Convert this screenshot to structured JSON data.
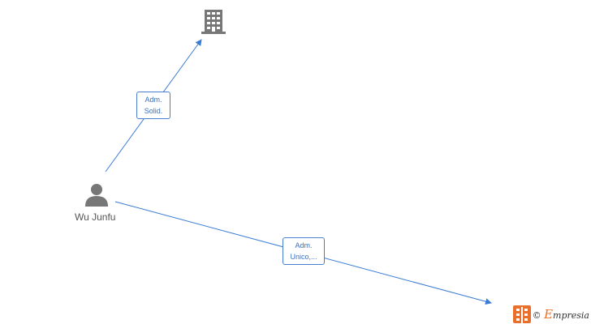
{
  "nodes": {
    "person": {
      "label": "Wu Junfu",
      "icon": "person-icon"
    },
    "company_top": {
      "label": "",
      "icon": "building-icon"
    },
    "company_bottom": {
      "label": "",
      "icon": ""
    }
  },
  "edges": [
    {
      "from": "person",
      "to": "company_top",
      "label_lines": [
        "Adm.",
        "Solid."
      ]
    },
    {
      "from": "person",
      "to": "company_bottom",
      "label_lines": [
        "Adm.",
        "Unico,..."
      ]
    }
  ],
  "colors": {
    "edge": "#3a7bd5",
    "icon": "#777777",
    "brand": "#e8702a"
  },
  "watermark": {
    "copyright": "©",
    "brand_initial": "E",
    "brand_rest": "mpresia",
    "icon": "building-logo-icon"
  }
}
